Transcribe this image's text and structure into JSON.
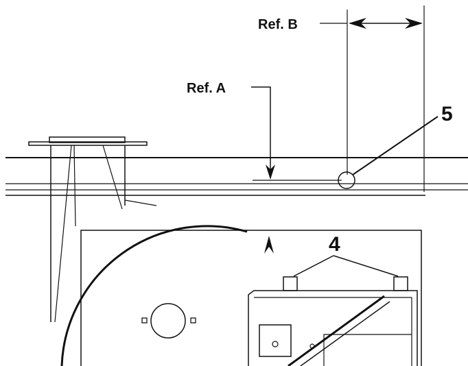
{
  "labels": {
    "ref_a": "Ref. A",
    "ref_b": "Ref. B",
    "callout_5": "5",
    "callout_4": "4"
  },
  "colors": {
    "line": "#111111",
    "background": "#ffffff"
  }
}
